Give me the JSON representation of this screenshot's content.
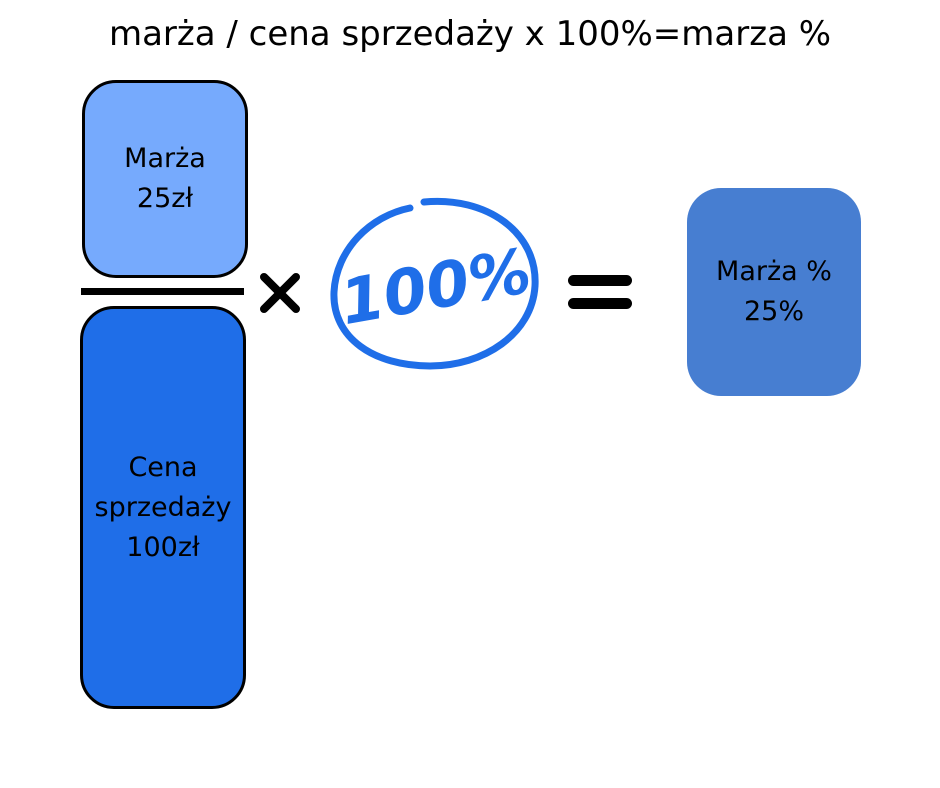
{
  "formula": {
    "title": "marża / cena sprzedaży x 100%=marza %"
  },
  "numerator": {
    "label": "Marża",
    "value": "25zł",
    "color": "#76aafd"
  },
  "denominator": {
    "label_line1": "Cena",
    "label_line2": "sprzedaży",
    "value": "100zł",
    "color": "#1f6ee8"
  },
  "multiplier": {
    "text": "100%",
    "color": "#1f6ee8",
    "operator_icon": "times-icon"
  },
  "equals": {
    "operator_icon": "equals-icon"
  },
  "result": {
    "label": "Marża %",
    "value": "25%",
    "color": "#477ed1"
  }
}
